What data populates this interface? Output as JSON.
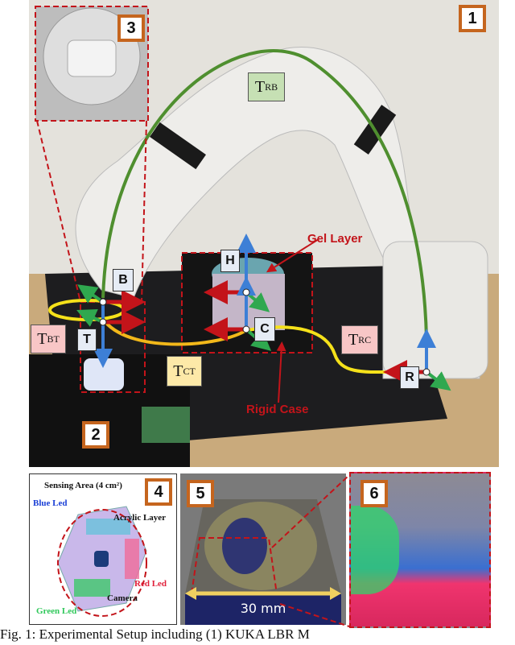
{
  "panel1": {
    "badge": "1",
    "frames": {
      "B": "B",
      "T": "T",
      "H": "H",
      "C": "C",
      "R": "R"
    },
    "transforms": {
      "RB": {
        "main": "T",
        "sub": "RB"
      },
      "BT": {
        "main": "T",
        "sub": "BT"
      },
      "CT": {
        "main": "T",
        "sub": "CT"
      },
      "RC": {
        "main": "T",
        "sub": "RC"
      }
    },
    "annotations": {
      "gel_layer": "Gel Layer",
      "rigid_case": "Rigid Case"
    },
    "badge2": "2",
    "badge3": "3"
  },
  "panel4": {
    "badge": "4",
    "sensing_area": "Sensing Area (4 cm²)",
    "blue_led": "Blue Led",
    "acrylic_layer": "Acrylic Layer",
    "red_led": "Red Led",
    "camera": "Camera",
    "green_led": "Green Led"
  },
  "panel5": {
    "badge": "5",
    "dimension": "30 mm"
  },
  "panel6": {
    "badge": "6"
  },
  "caption": "Fig. 1: Experimental Setup including (1) KUKA LBR M",
  "colors": {
    "badge_border": "#c5651e",
    "annotation_red": "#c3141a",
    "arc_green": "#4f8f2f",
    "arc_yellow": "#f5e11a"
  }
}
